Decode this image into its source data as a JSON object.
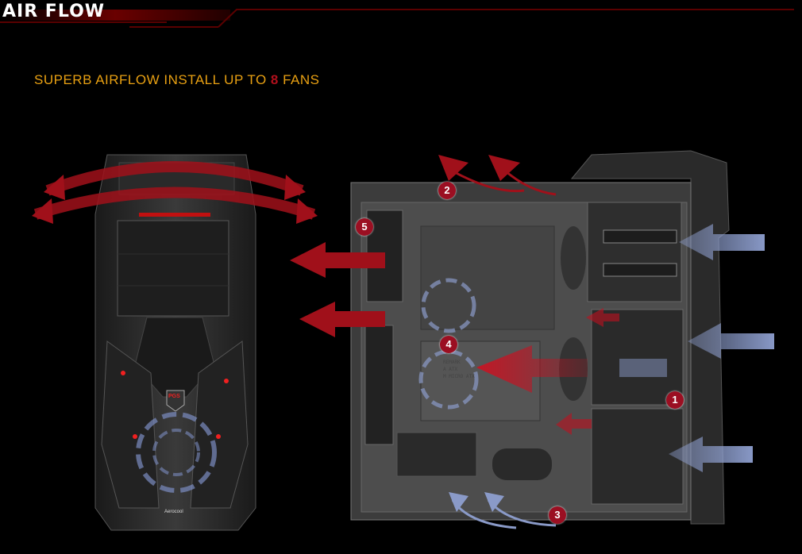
{
  "header": {
    "title": "AIR FLOW"
  },
  "headline": {
    "prefix": "SUPERB AIRFLOW INSTALL UP TO ",
    "highlight": "8",
    "suffix": " FANS"
  },
  "markers": [
    "1",
    "2",
    "3",
    "4",
    "5"
  ],
  "remark_label": {
    "title": "REMARK",
    "lines": [
      "A   ATX",
      "M   MICRO ATX"
    ]
  },
  "front_logos": {
    "badge": "PGS",
    "brand": "Aerocool"
  },
  "colors": {
    "exhaust": "#a0101a",
    "intake": "#8a9ac8",
    "accent": "#e8a012",
    "marker": "#9b0f22"
  }
}
